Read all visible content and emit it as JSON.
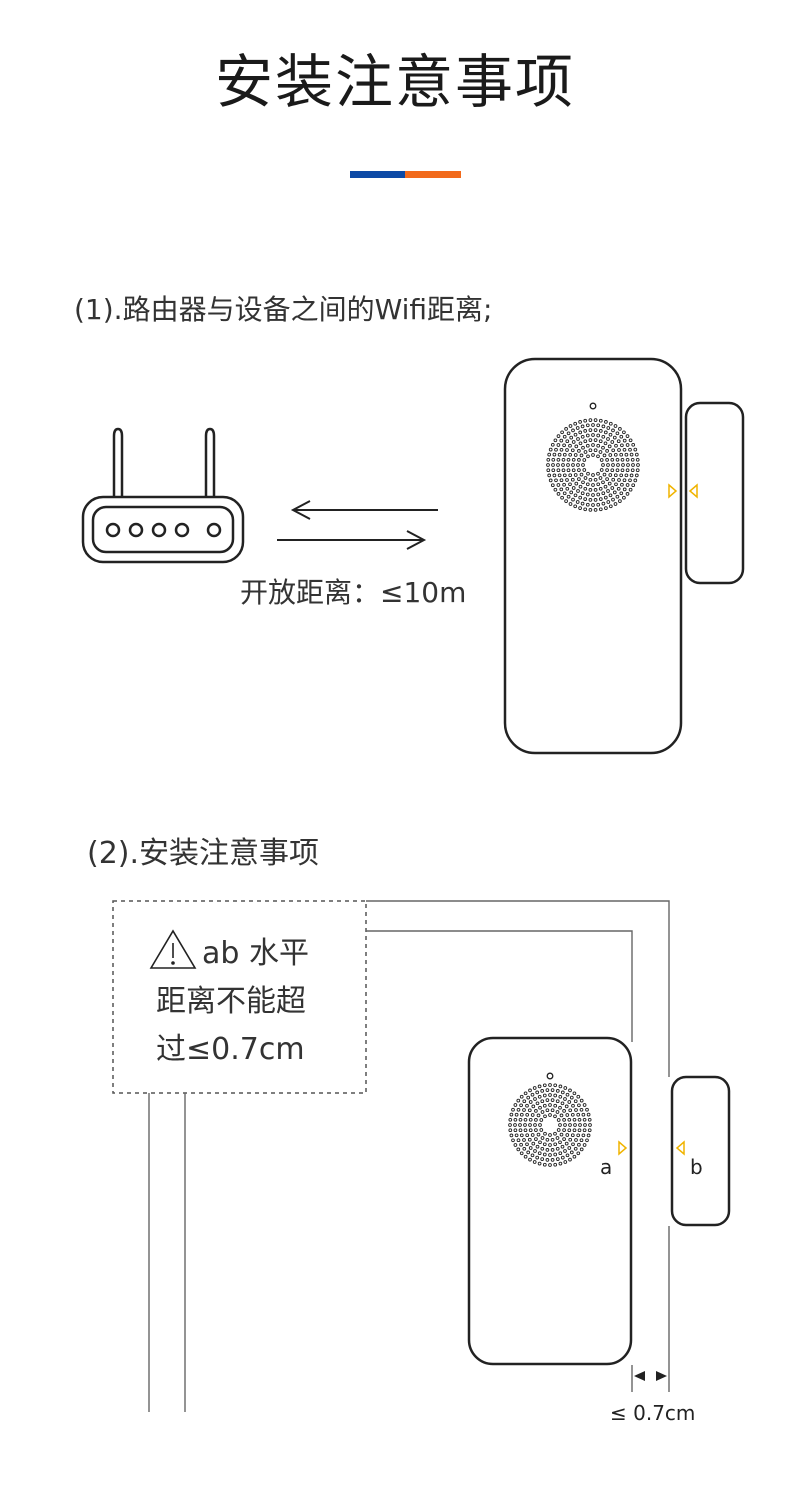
{
  "header": {
    "title": "安装注意事项",
    "accent_colors": [
      "#0d4aa6",
      "#f26a1b"
    ]
  },
  "section1": {
    "heading": "(1).路由器与设备之间的Wifi距离;",
    "distance_label": "开放距离：≤10m"
  },
  "section2": {
    "heading": "(2).安装注意事项",
    "warning_lines": [
      "ab 水平",
      "距离不能超",
      "过≤0.7cm"
    ],
    "label_a": "a",
    "label_b": "b",
    "gap_label": "≤ 0.7cm"
  },
  "icons": [
    "router-icon",
    "sensor-device-icon",
    "magnet-icon",
    "warning-icon",
    "arrow-left-icon",
    "arrow-right-icon"
  ],
  "colors": {
    "stroke": "#222222",
    "indicator": "#f0b400",
    "guide_line": "#666666"
  }
}
